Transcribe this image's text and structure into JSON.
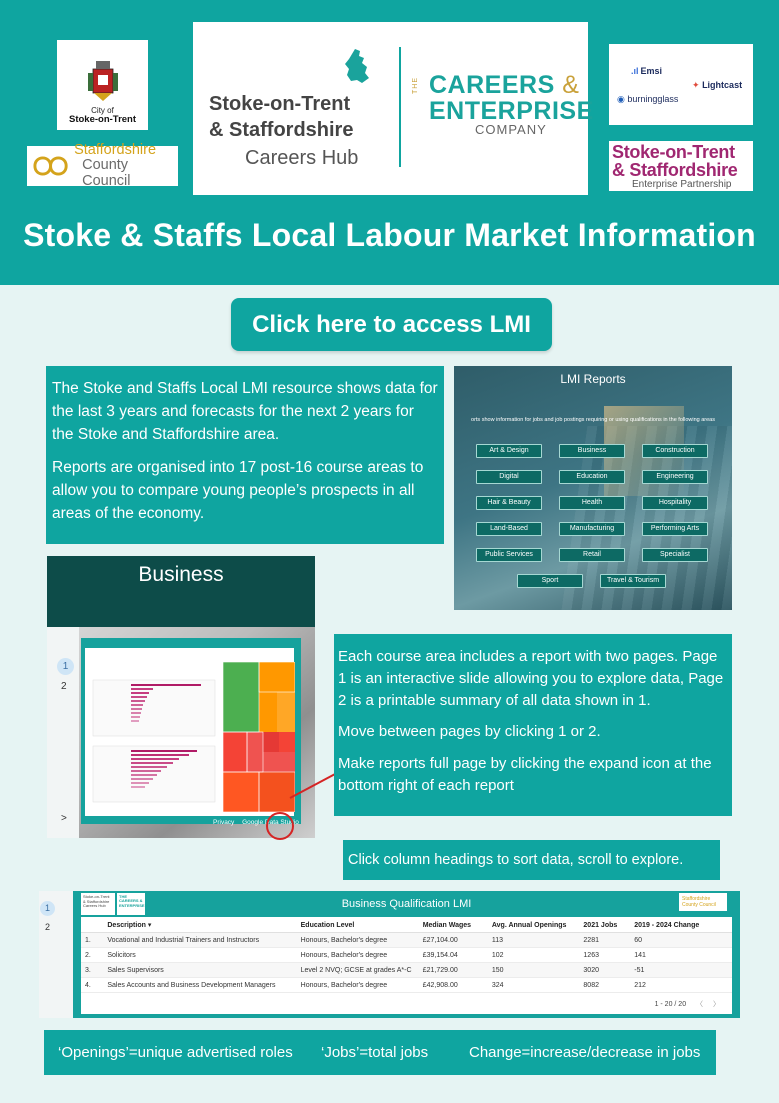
{
  "header": {
    "city_logo": {
      "small": "City of",
      "big": "Stoke-on-Trent"
    },
    "county_logo": {
      "line1": "Staffordshire",
      "line2": "County Council"
    },
    "hub_logo": {
      "line1": "Stoke-on-Trent",
      "line2": "& Staffordshire",
      "line3": "Careers Hub"
    },
    "ce_logo": {
      "the": "THE",
      "line1": "CAREERS",
      "amp": "&",
      "line2": "ENTERPRISE",
      "line3": "COMPANY"
    },
    "partners": {
      "emsi": "Emsi",
      "lightcast": "Lightcast",
      "burningglass": "burningglass"
    },
    "sep_logo": {
      "line1": "Stoke-on-Trent",
      "line2": "& Staffordshire",
      "line3": "Enterprise Partnership"
    },
    "title": "Stoke & Staffs Local Labour Market Information"
  },
  "cta": {
    "label": "Click here to access LMI"
  },
  "intro": {
    "p1": "The Stoke and Staffs Local LMI resource shows data for the last 3 years and forecasts for the next 2 years for the Stoke and Staffordshire area.",
    "p2": "Reports  are organised into 17 post-16 course areas to allow you to compare young people’s prospects in all areas of the economy."
  },
  "lmi_reports": {
    "title": "LMI Reports",
    "subtitle": "orts show information for jobs and job postings requiring or using qualifications in the following areas",
    "buttons": [
      "Art & Design",
      "Business",
      "Construction",
      "Digital",
      "Education",
      "Engineering",
      "Hair & Beauty",
      "Health",
      "Hospitality",
      "Land-Based",
      "Manufacturing",
      "Performing Arts",
      "Public Services",
      "Retail",
      "Specialist",
      "Sport",
      "Travel & Tourism"
    ]
  },
  "business_preview": {
    "heading": "Business",
    "nav": [
      "1",
      "2",
      ">"
    ],
    "footer_links": [
      "Privacy",
      "Google Data Studio"
    ]
  },
  "pages_info": {
    "p1": "Each course area includes a report with two pages. Page 1 is an interactive slide allowing you to explore data, Page 2 is a printable summary of all data shown in 1.",
    "p2": "Move between pages by clicking 1 or 2.",
    "p3": "Make reports full page by clicking the expand icon at the bottom right of each report"
  },
  "sort_note": {
    "text": "Click column headings to sort data, scroll to explore."
  },
  "qual_table": {
    "nav": [
      "1",
      "2"
    ],
    "title": "Business Qualification LMI",
    "logo_hub": "Stoke-on-Trent & Staffordshire Careers Hub",
    "logo_ce": "THE CAREERS & ENTERPRISE",
    "logo_county": "Staffordshire County Council",
    "columns": [
      "",
      "Description ▾",
      "Education Level",
      "Median Wages",
      "Avg. Annual Openings",
      "2021 Jobs",
      "2019 - 2024 Change"
    ],
    "rows": [
      [
        "1.",
        "Vocational and Industrial Trainers and Instructors",
        "Honours, Bachelor's degree",
        "£27,104.00",
        "113",
        "2281",
        "60"
      ],
      [
        "2.",
        "Solicitors",
        "Honours, Bachelor's degree",
        "£39,154.04",
        "102",
        "1263",
        "141"
      ],
      [
        "3.",
        "Sales Supervisors",
        "Level 2 NVQ; GCSE at grades A*-C",
        "£21,729.00",
        "150",
        "3020",
        "-51"
      ],
      [
        "4.",
        "Sales Accounts and Business Development Managers",
        "Honours, Bachelor's degree",
        "£42,908.00",
        "324",
        "8082",
        "212"
      ]
    ],
    "pager": "1 - 20 / 20",
    "prev": "〈",
    "next": "〉"
  },
  "legend": {
    "openings": "‘Openings’=unique advertised roles",
    "jobs": "‘Jobs’=total jobs",
    "change": "Change=increase/decrease in jobs"
  },
  "colors": {
    "teal": "#0fa5a0",
    "dark_teal": "#0d4c49",
    "background": "#e6f4f3",
    "accent_red": "#d52424",
    "sep_purple": "#a02771"
  }
}
